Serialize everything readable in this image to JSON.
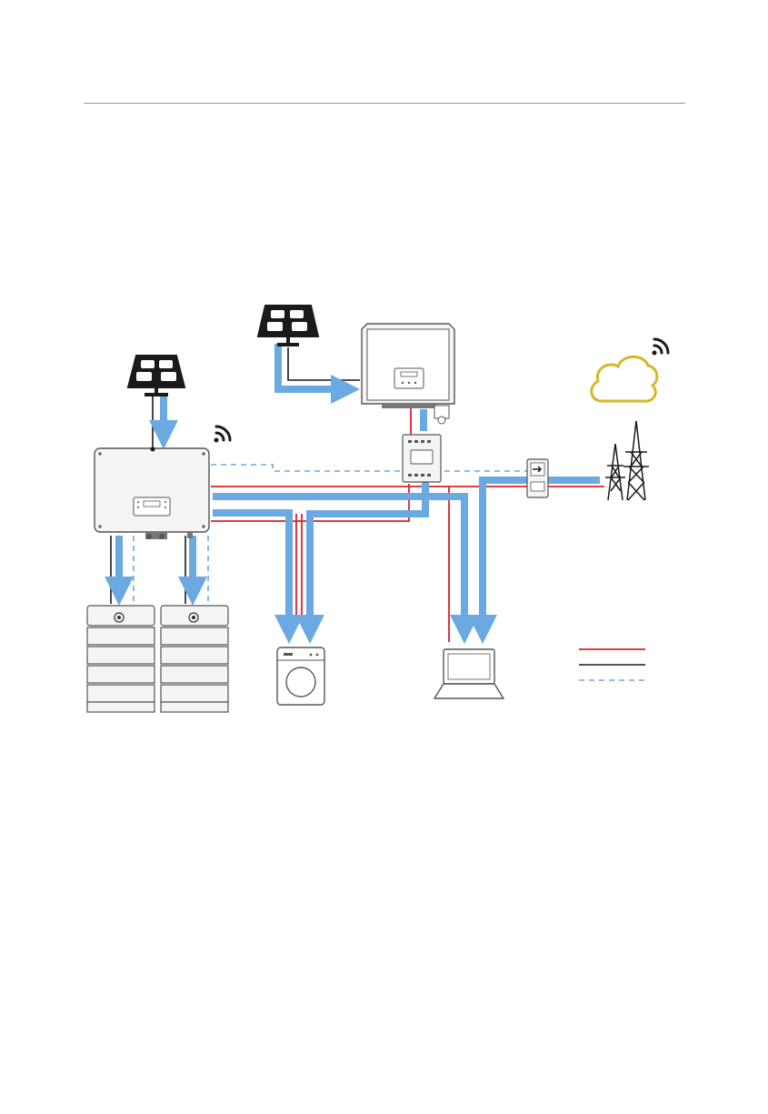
{
  "colors": {
    "page_background": "#ffffff",
    "rule": "#9a9a9a",
    "energy_flow": "#6aa9e1",
    "ac_line": "#d8232a",
    "dc_line": "#1a1a1a",
    "communication_line": "#6aa9e1",
    "cloud": "#d6b726",
    "device_outline": "#555555",
    "device_fill": "#f4f4f4",
    "solar_panel": "#1a1a1a"
  },
  "legend": {
    "entries": [
      {
        "line_style": "solid",
        "color_key": "ac_line"
      },
      {
        "line_style": "solid",
        "color_key": "dc_line"
      },
      {
        "line_style": "dashed",
        "color_key": "communication_line"
      }
    ]
  },
  "icons": [
    "solar-panel-icon",
    "wifi-icon",
    "cloud-icon",
    "hybrid-inverter",
    "pv-inverter",
    "smart-meter",
    "grid-meter",
    "battery-stack",
    "washing-machine-icon",
    "laptop-icon",
    "transmission-tower-icon"
  ]
}
